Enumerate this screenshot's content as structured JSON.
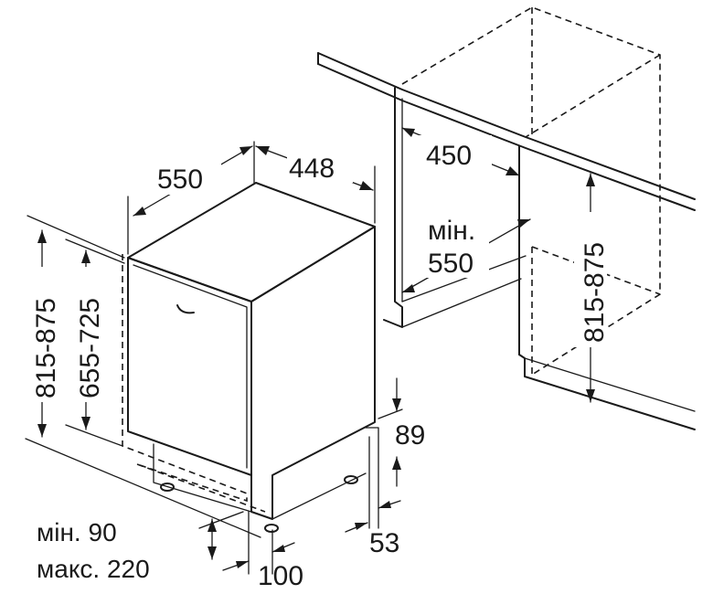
{
  "dimensions": {
    "appliance_depth": "550",
    "appliance_width": "448",
    "niche_width": "450",
    "niche_depth_label_1": "мін.",
    "niche_depth_label_2": "550",
    "niche_height": "815-875",
    "appliance_height": "815-875",
    "door_height": "655-725",
    "plinth_top": "89",
    "plinth_bottom": "53",
    "plinth_depth": "100",
    "plinth_min": "мін. 90",
    "plinth_max": "макс. 220"
  },
  "colors": {
    "line": "#1a1a1a",
    "background": "#ffffff"
  }
}
